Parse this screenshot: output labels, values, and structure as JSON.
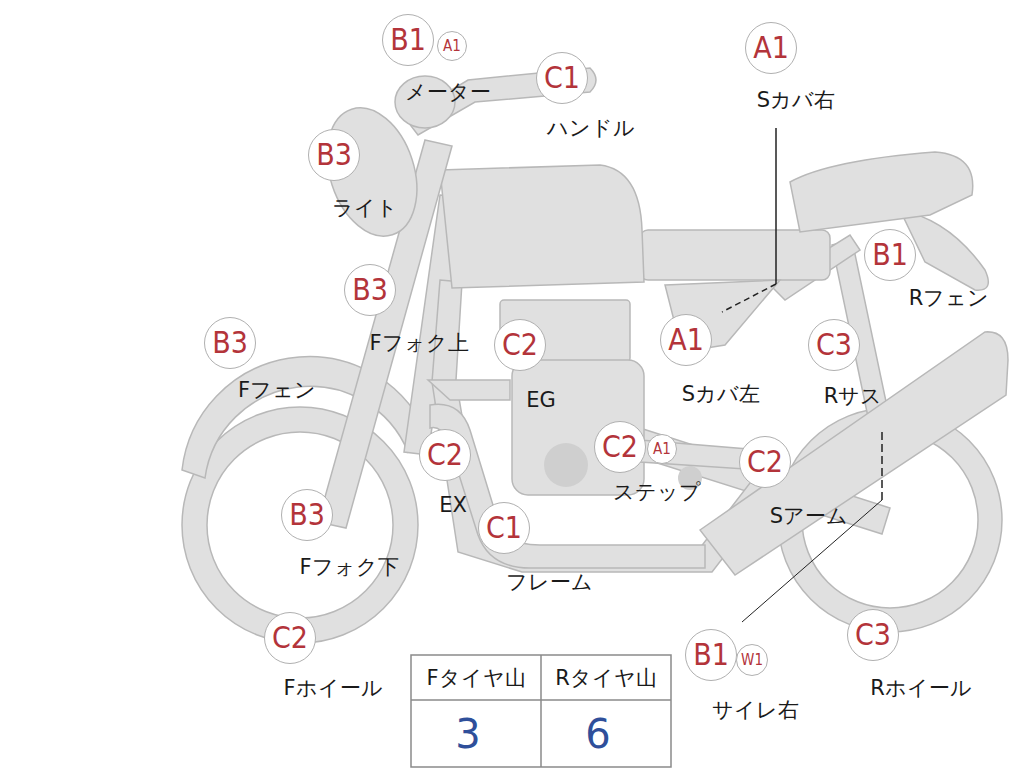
{
  "diagram": {
    "nodes": [
      {
        "text": [
          "B1",
          "メーター"
        ]
      },
      {
        "text": [
          "A1"
        ]
      },
      {
        "text": [
          "C1",
          "ハンドル"
        ]
      },
      {
        "text": [
          "A1",
          "Sカバ右"
        ]
      },
      {
        "text": [
          "B3",
          "ライト"
        ]
      },
      {
        "text": [
          "B1",
          "Rフェン"
        ]
      },
      {
        "text": [
          "B3",
          "Fフォク上"
        ]
      },
      {
        "text": [
          "B3",
          "Fフェン"
        ]
      },
      {
        "text": [
          "C2",
          "EG"
        ]
      },
      {
        "text": [
          "A1",
          "Sカバ左"
        ]
      },
      {
        "text": [
          "C3",
          "Rサス"
        ]
      },
      {
        "text": [
          "C2",
          "EX"
        ]
      },
      {
        "text": [
          "C2",
          "ステップ"
        ]
      },
      {
        "text": [
          "A1"
        ]
      },
      {
        "text": [
          "C2",
          "Sアーム"
        ]
      },
      {
        "text": [
          "B3",
          "Fフォク下"
        ]
      },
      {
        "text": [
          "C1",
          "フレーム"
        ]
      },
      {
        "text": [
          "C2",
          "Fホイール"
        ]
      },
      {
        "text": [
          "B1",
          "サイレ右"
        ]
      },
      {
        "text": [
          "W1"
        ]
      },
      {
        "text": [
          "C3",
          "Rホイール"
        ]
      }
    ],
    "labels": [
      "Fタイヤ山",
      "Rタイヤ山",
      "3",
      "6"
    ]
  }
}
